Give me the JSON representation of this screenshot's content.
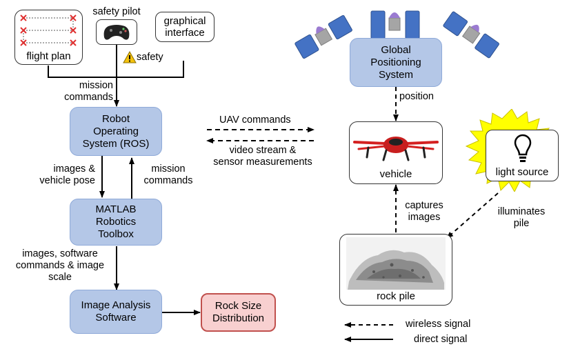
{
  "nodes": {
    "flight_plan": "flight plan",
    "safety_pilot": "safety pilot",
    "graphical_interface": "graphical\ninterface",
    "ros": "Robot\nOperating\nSystem (ROS)",
    "matlab": "MATLAB\nRobotics\nToolbox",
    "image_analysis": "Image Analysis\nSoftware",
    "rock_size": "Rock Size\nDistribution",
    "gps": "Global\nPositioning\nSystem",
    "vehicle": "vehicle",
    "light_source": "light source",
    "rock_pile": "rock pile"
  },
  "labels": {
    "safety": "safety",
    "mission_commands_top": "mission\ncommands",
    "images_vehicle_pose": "images &\nvehicle pose",
    "mission_commands_side": "mission\ncommands",
    "images_software": "images, software\ncommands & image\nscale",
    "uav_commands": "UAV commands",
    "video_stream": "video stream &\nsensor measurements",
    "position": "position",
    "captures_images": "captures\nimages",
    "illuminates_pile": "illuminates\npile"
  },
  "legend": {
    "wireless": "wireless signal",
    "direct": "direct signal"
  },
  "colors": {
    "process_fill": "#b4c7e7",
    "output_fill": "#f8d0d0",
    "output_border": "#c0504d",
    "light_glow": "#ffff00"
  },
  "icons": [
    "gamepad-icon",
    "warning-icon",
    "satellite-icon",
    "drone-icon",
    "lightbulb-icon",
    "rock-pile-photo"
  ]
}
